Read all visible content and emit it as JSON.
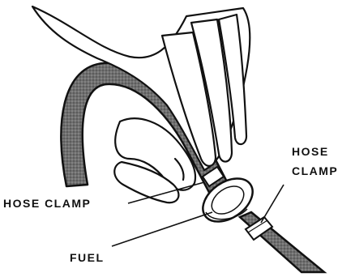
{
  "labels": {
    "hose_clamp_left": "HOSE CLAMP",
    "hose_clamp_right_line1": "HOSE",
    "hose_clamp_right_line2": "CLAMP",
    "fuel": "FUEL"
  },
  "colors": {
    "ink": "#111111",
    "hose_fill": "#6d6d6d",
    "paper": "#ffffff"
  }
}
